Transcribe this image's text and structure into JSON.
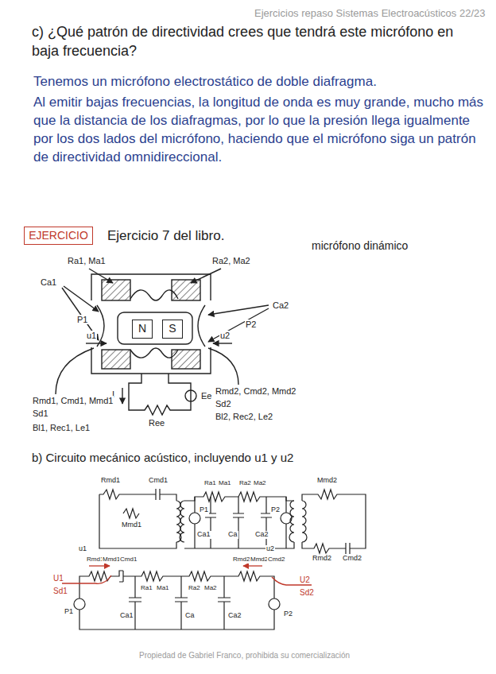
{
  "diagram": {
    "title": "Ejercicios repaso Sistemas Electroacústicos 22/23",
    "nodes": [
      {
        "text": [
          "EJERCICIO"
        ]
      },
      {
        "text": [
          "N"
        ]
      },
      {
        "text": [
          "S"
        ]
      }
    ],
    "labels": [
      "c) ¿Qué patrón de directividad crees que tendrá este micrófono en baja frecuencia?",
      "Tenemos un micrófono electrostático de doble diafragma.",
      "Al emitir bajas frecuencias, la longitud de onda es muy grande, mucho más que la distancia de los diafragmas, por lo que la presión llega igualmente por los dos lados del micrófono, haciendo que el micrófono siga un patrón de directividad omnidireccional.",
      "Ejercicio 7 del libro.",
      "micrófono dinámico",
      "Ra1, Ma1",
      "Ca1",
      "P1",
      "u1",
      "Ra2, Ma2",
      "Ca2",
      "P2",
      "u2",
      "Ee",
      "I",
      "Ree",
      "Rmd1, Cmd1, Mmd1",
      "Sd1",
      "Bl1, Rec1, Le1",
      "Rmd2, Cmd2, Mmd2",
      "Sd2",
      "Bl2, Rec2, Le2",
      "b) Circuito mecánico acústico, incluyendo u1 y u2",
      "Rmd1",
      "Cmd1",
      "Mmd1",
      "Ra1",
      "Ma1",
      "Ra2",
      "Ma2",
      "P1",
      "Ca1",
      "Ca",
      "Ca2",
      "P2",
      "Mmd2",
      "Rmd2",
      "Cmd2",
      "Rmd1",
      "Mmd1",
      "Cmd1",
      "u1",
      "U1",
      "Sd1",
      "P1",
      "Ra1",
      "Ma1",
      "Ra2",
      "Ma2",
      "Rmd2",
      "Mmd2",
      "Cmd2",
      "u2",
      "U2",
      "Sd2",
      "P2",
      "Ca1",
      "Ca",
      "Ca2",
      "Propiedad de Gabriel Franco, prohibida su comercialización"
    ]
  }
}
